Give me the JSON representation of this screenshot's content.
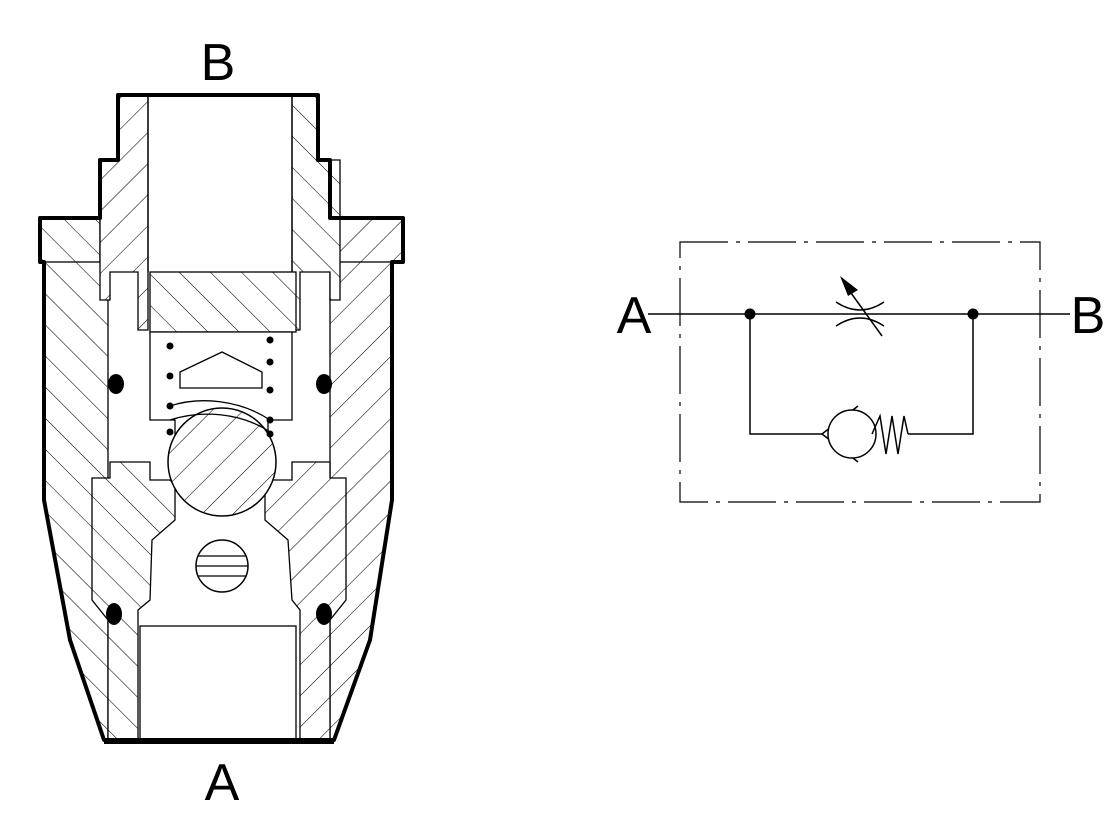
{
  "cross_section": {
    "port_top": "B",
    "port_bottom": "A"
  },
  "hydraulic_symbol": {
    "port_left": "A",
    "port_right": "B"
  },
  "colors": {
    "line": "#000000",
    "background": "#ffffff"
  }
}
